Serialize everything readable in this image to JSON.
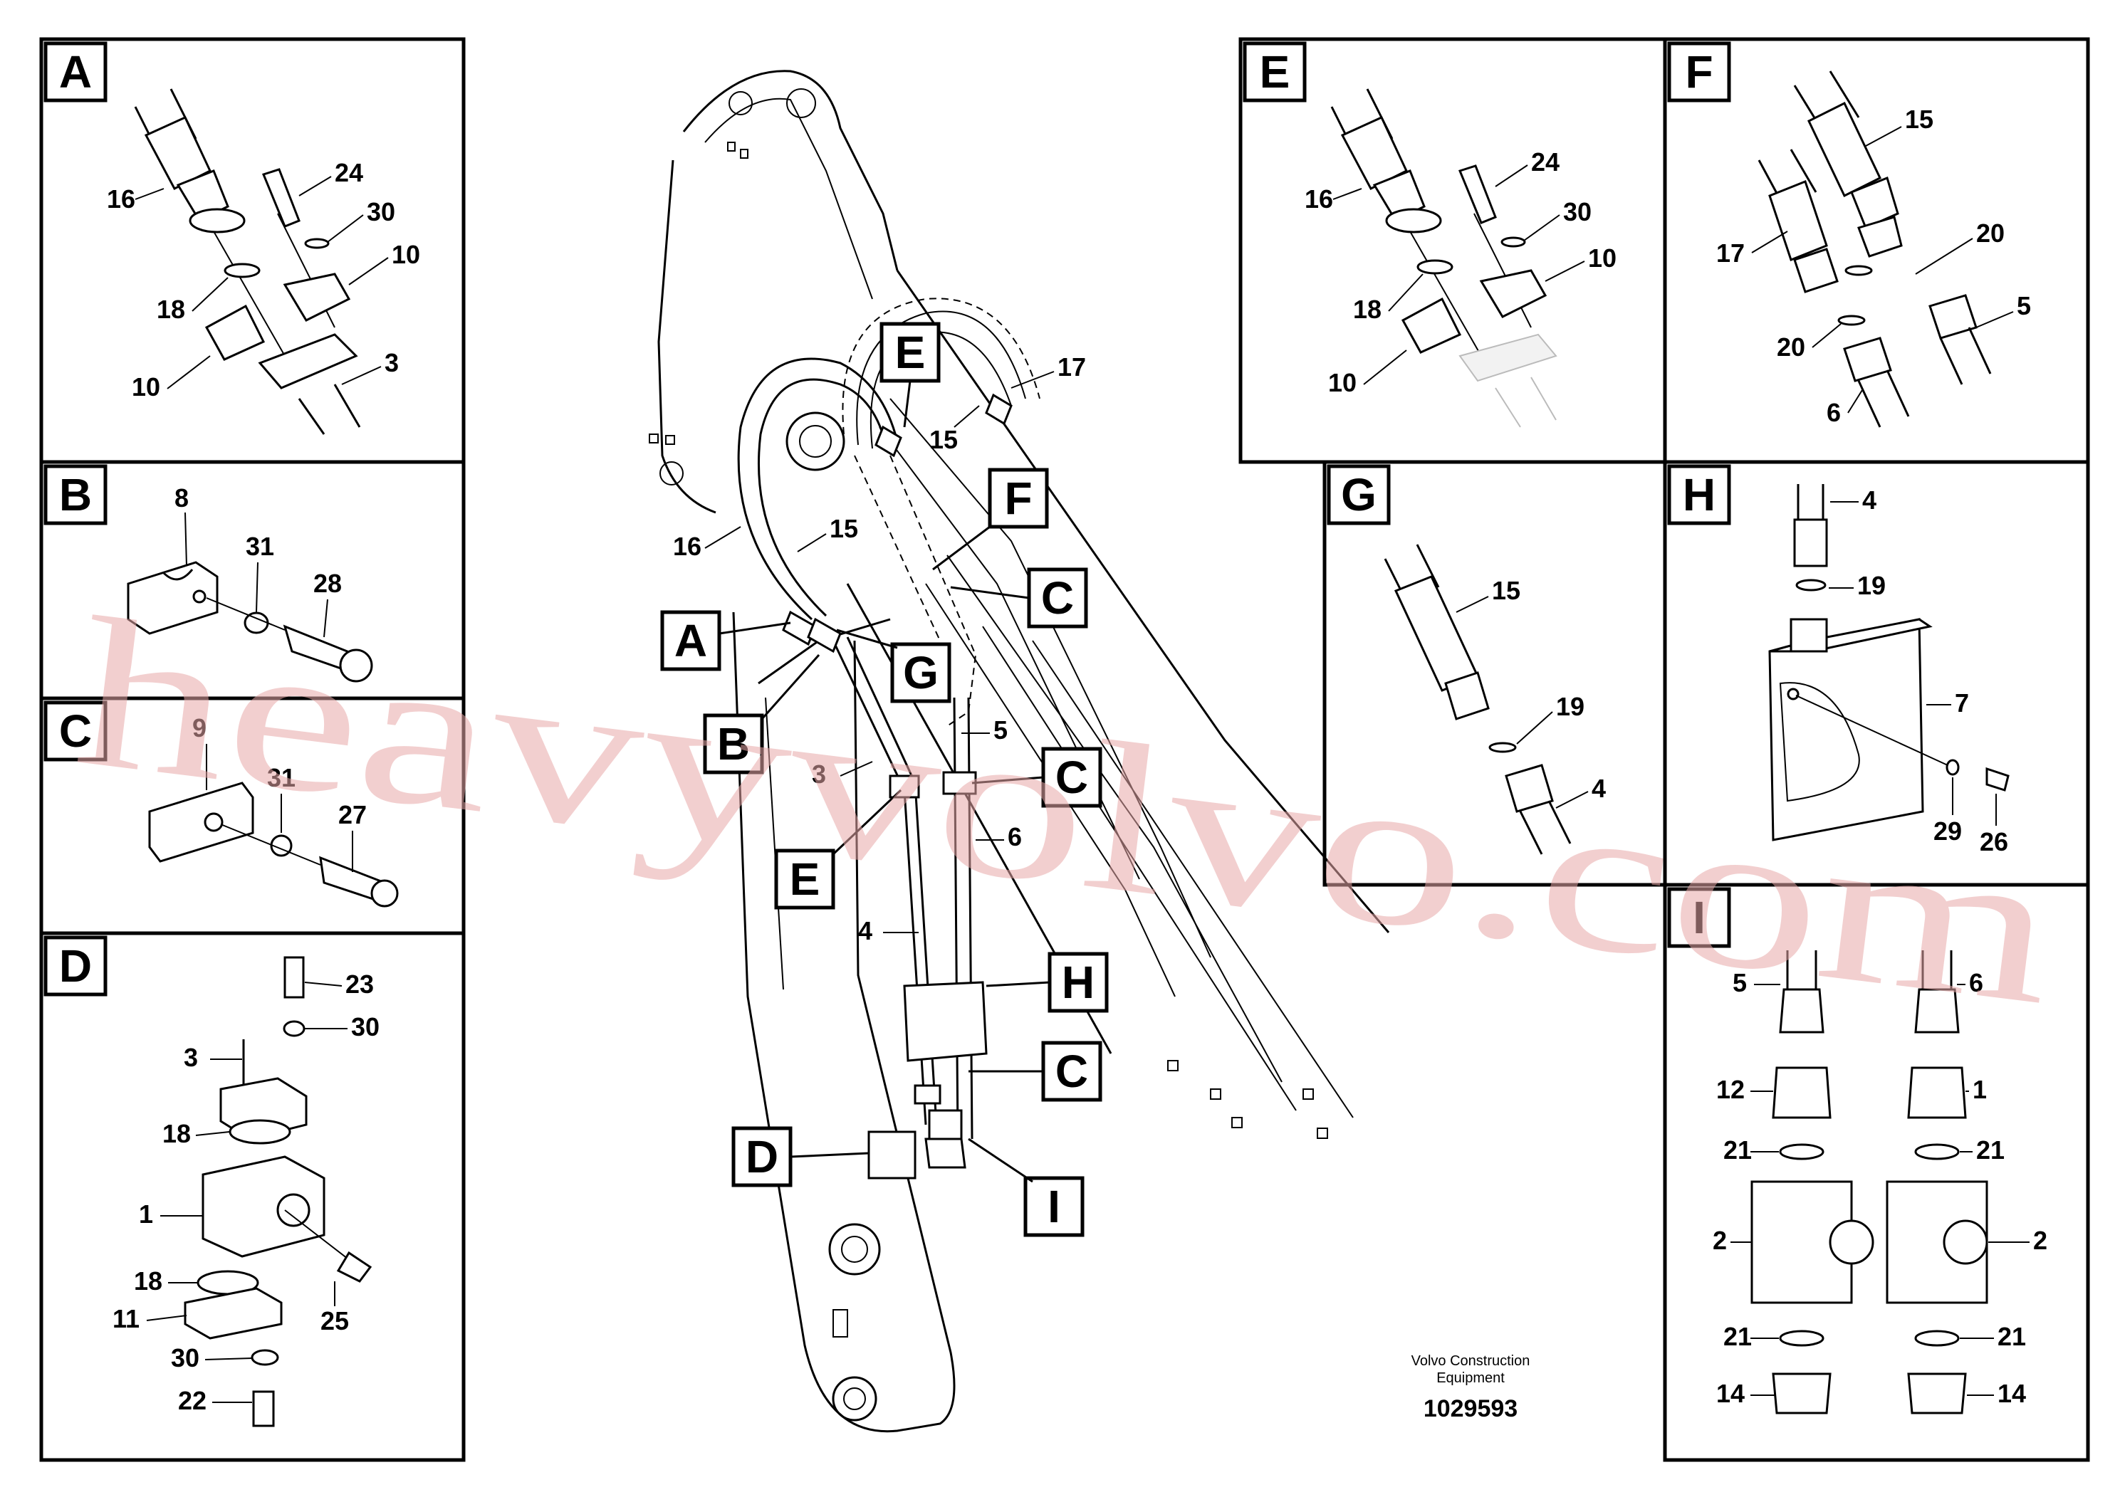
{
  "panels": {
    "A": {
      "letter": "A",
      "labels": [
        "16",
        "24",
        "30",
        "10",
        "18",
        "10",
        "3"
      ]
    },
    "B": {
      "letter": "B",
      "labels": [
        "8",
        "31",
        "28"
      ]
    },
    "C": {
      "letter": "C",
      "labels": [
        "9",
        "31",
        "27"
      ]
    },
    "D": {
      "letter": "D",
      "labels": [
        "23",
        "30",
        "3",
        "18",
        "1",
        "18",
        "25",
        "11",
        "30",
        "22"
      ]
    },
    "E": {
      "letter": "E",
      "labels": [
        "16",
        "24",
        "30",
        "10",
        "18",
        "10"
      ]
    },
    "F": {
      "letter": "F",
      "labels": [
        "15",
        "17",
        "20",
        "20",
        "5",
        "6"
      ]
    },
    "G": {
      "letter": "G",
      "labels": [
        "15",
        "19",
        "4"
      ]
    },
    "H": {
      "letter": "H",
      "labels": [
        "4",
        "19",
        "7",
        "29",
        "26"
      ]
    },
    "I": {
      "letter": "I",
      "labels": [
        "5",
        "6",
        "12",
        "1",
        "21",
        "21",
        "2",
        "2",
        "21",
        "21",
        "14",
        "14"
      ]
    }
  },
  "main": {
    "callouts": [
      "E",
      "F",
      "C",
      "A",
      "G",
      "B",
      "C",
      "E",
      "H",
      "C",
      "D",
      "I"
    ],
    "labels": [
      "17",
      "15",
      "16",
      "15",
      "5",
      "3",
      "6",
      "4"
    ]
  },
  "footer": {
    "company_line1": "Volvo Construction",
    "company_line2": "Equipment",
    "drawing_number": "1029593"
  },
  "watermark": "heavyvolvo.com"
}
